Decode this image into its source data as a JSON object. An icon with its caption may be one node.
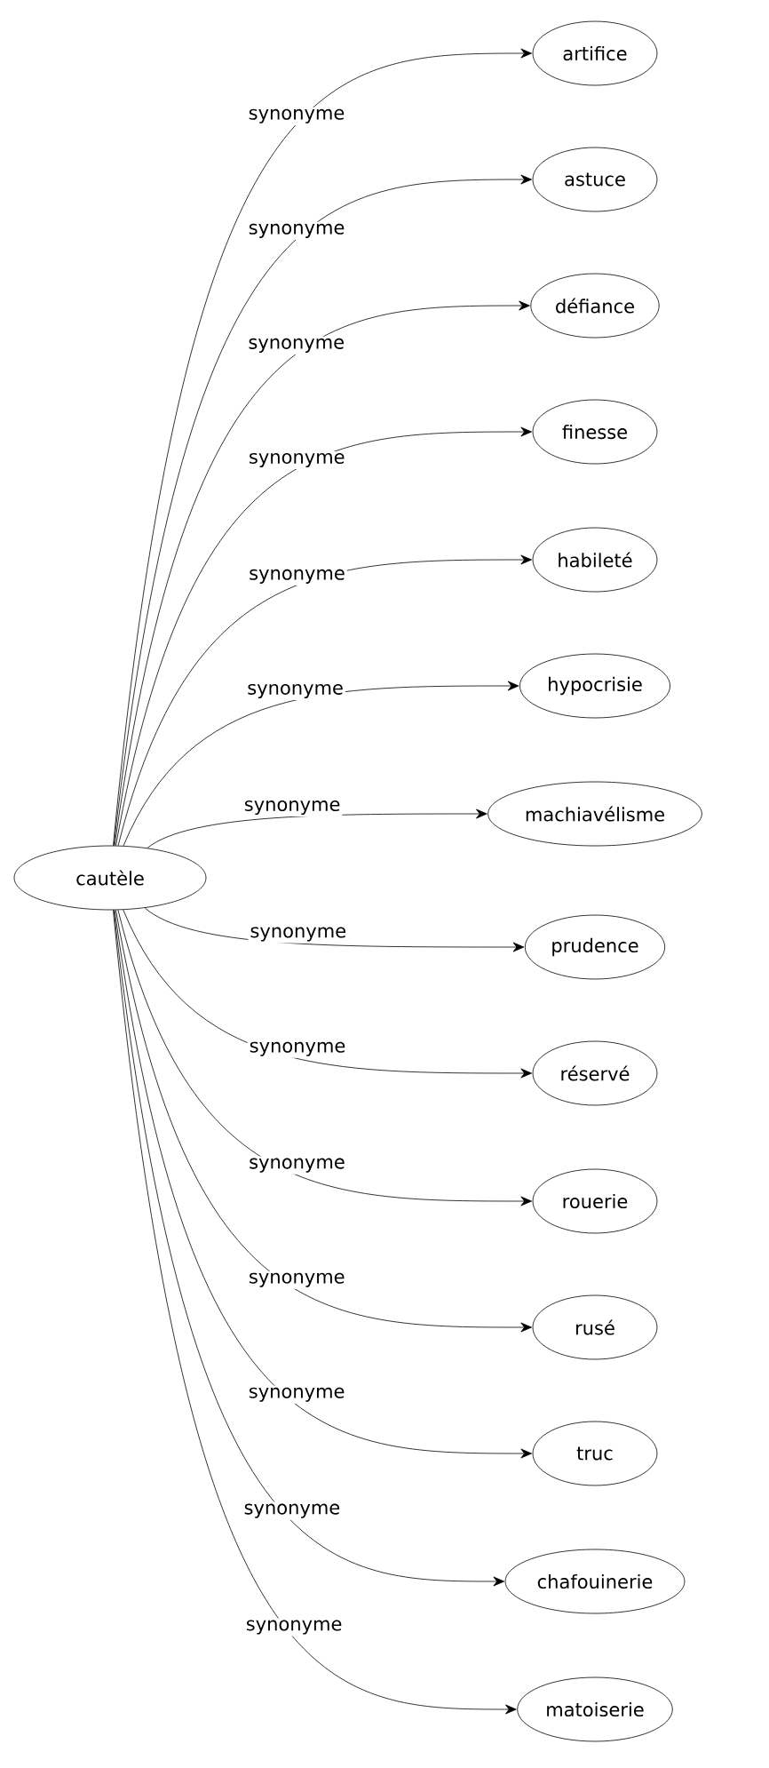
{
  "diagram": {
    "nodes": [
      {
        "text": [
          "cautèle"
        ]
      },
      {
        "text": [
          "artifice"
        ]
      },
      {
        "text": [
          "astuce"
        ]
      },
      {
        "text": [
          "défiance"
        ]
      },
      {
        "text": [
          "finesse"
        ]
      },
      {
        "text": [
          "habileté"
        ]
      },
      {
        "text": [
          "hypocrisie"
        ]
      },
      {
        "text": [
          "machiavélisme"
        ]
      },
      {
        "text": [
          "prudence"
        ]
      },
      {
        "text": [
          "réservé"
        ]
      },
      {
        "text": [
          "rouerie"
        ]
      },
      {
        "text": [
          "rusé"
        ]
      },
      {
        "text": [
          "truc"
        ]
      },
      {
        "text": [
          "chafouinerie"
        ]
      },
      {
        "text": [
          "matoiserie"
        ]
      }
    ],
    "edges": [
      {
        "from": 0,
        "to": 1,
        "arrow": "to",
        "label": "synonyme"
      },
      {
        "from": 0,
        "to": 2,
        "arrow": "to",
        "label": "synonyme"
      },
      {
        "from": 0,
        "to": 3,
        "arrow": "to",
        "label": "synonyme"
      },
      {
        "from": 0,
        "to": 4,
        "arrow": "to",
        "label": "synonyme"
      },
      {
        "from": 0,
        "to": 5,
        "arrow": "to",
        "label": "synonyme"
      },
      {
        "from": 0,
        "to": 6,
        "arrow": "to",
        "label": "synonyme"
      },
      {
        "from": 0,
        "to": 7,
        "arrow": "to",
        "label": "synonyme"
      },
      {
        "from": 0,
        "to": 8,
        "arrow": "to",
        "label": "synonyme"
      },
      {
        "from": 0,
        "to": 9,
        "arrow": "to",
        "label": "synonyme"
      },
      {
        "from": 0,
        "to": 10,
        "arrow": "to",
        "label": "synonyme"
      },
      {
        "from": 0,
        "to": 11,
        "arrow": "to",
        "label": "synonyme"
      },
      {
        "from": 0,
        "to": 12,
        "arrow": "to",
        "label": "synonyme"
      },
      {
        "from": 0,
        "to": 13,
        "arrow": "to",
        "label": "synonyme"
      },
      {
        "from": 0,
        "to": 14,
        "arrow": "to",
        "label": "synonyme"
      }
    ]
  }
}
